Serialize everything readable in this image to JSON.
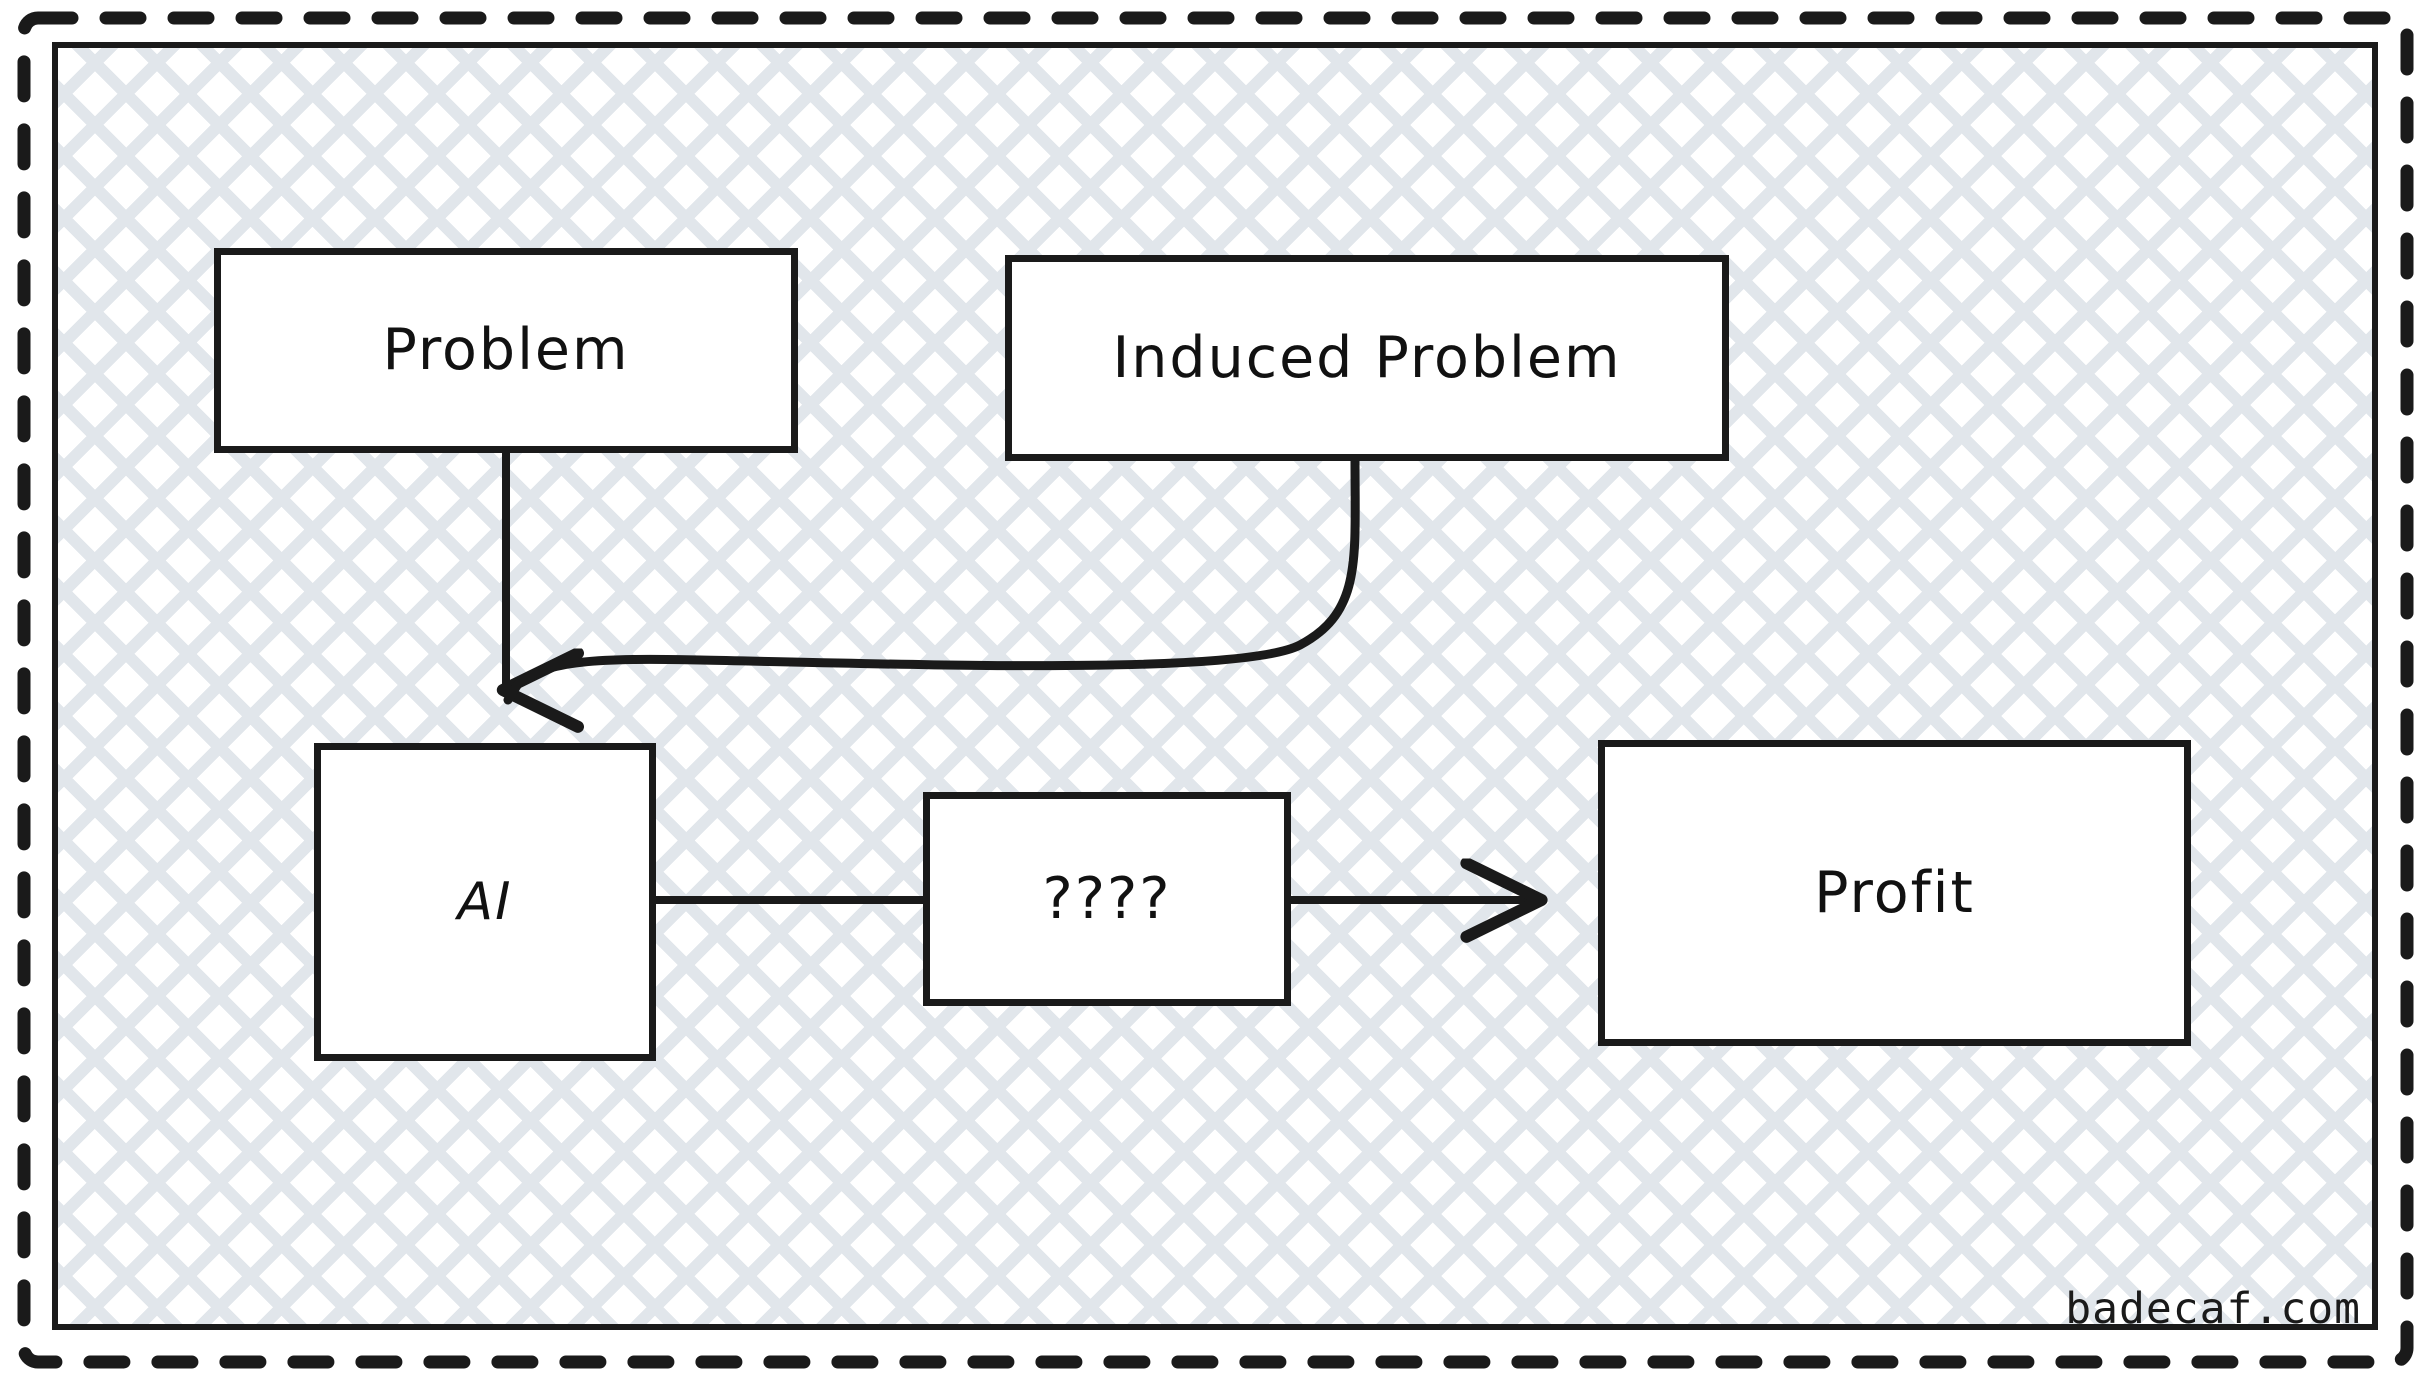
{
  "diagram": {
    "title": "AI value chain flowchart",
    "style": {
      "ink_color": "#1a1a1a",
      "panel_background": "#ffffff",
      "hatch_color": "#e1e6eb",
      "frame_style": "dashed"
    },
    "nodes": [
      {
        "id": "problem",
        "label": "Problem"
      },
      {
        "id": "induced",
        "label": "Induced Problem"
      },
      {
        "id": "ai",
        "label": "AI"
      },
      {
        "id": "unknown",
        "label": "????"
      },
      {
        "id": "profit",
        "label": "Profit"
      }
    ],
    "edges": [
      {
        "id": "problem-to-ai",
        "from": "problem",
        "to": "ai",
        "shape": "straight",
        "arrowhead": "down"
      },
      {
        "id": "induced-to-ai",
        "from": "induced",
        "to": "ai",
        "shape": "curved",
        "arrowhead": "down"
      },
      {
        "id": "ai-to-unknown",
        "from": "ai",
        "to": "unknown",
        "shape": "straight",
        "arrowhead": "none"
      },
      {
        "id": "unknown-to-profit",
        "from": "unknown",
        "to": "profit",
        "shape": "straight",
        "arrowhead": "right"
      }
    ]
  },
  "watermark": {
    "text": "badecaf.com"
  }
}
